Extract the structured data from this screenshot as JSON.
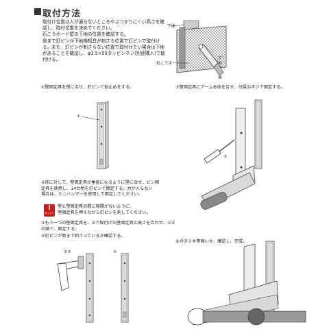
{
  "title": "取付方法",
  "intro_text": "取付け位置は人が通らないところやぶつかりにくい高さを確認し、取付位置を決めてください。\n石こうボード壁の下地の位置を確認する。\n奥まで釘ピンが下地検知具が刺さる位置で釘ピンで取付ける。また、釘ピンが刺さらない位置で取付けたい場合は下地があることを確認し、φ3.5×50タッピンネジ(別途購入)で取付ける。",
  "diagram_labels": {
    "shitaji": "下地",
    "board": "石こうボード",
    "detector": "下地検知具"
  },
  "steps": {
    "s1": "①壁固定具を壁に合せ、釘ピンで仮止めをする。",
    "s2": "②床に対して、壁固定具が垂直になるように壁に合せ、ピン固\n定具を使用し、14カ所を釘ピンで固定する。力が入らない\n場合は、ミニハンマーを使用して固定してください。",
    "caution_label": "ポイント",
    "caution": "壁と壁固定具の間に隙間がないように、\n壁固定具を押えながら釘ピンを刺してください。",
    "s3": "③もう一つの壁固定具を、②で取付けた壁固定具と高さを合わせ、①②の順で、固定する。",
    "s4": "④釘ピンが奥まで刺さっているか確認する。",
    "s5": "⑤壁固定具にアーム本体を合せ、付属のネジで固定する。",
    "s6": "⑥ガタツキ等無いか、確認し、完成。"
  },
  "figure_labels": {
    "f1": "①",
    "f5": "⑤",
    "f23": "②③",
    "f4": "④"
  }
}
